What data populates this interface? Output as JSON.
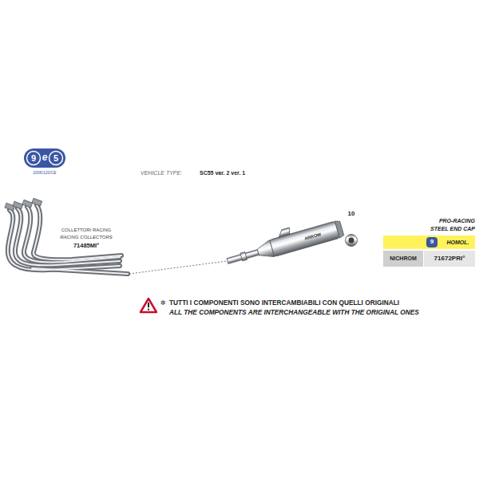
{
  "diagram": {
    "labels": [
      "9",
      "e",
      "5",
      "2006/120/CE",
      "VEHICLE TYPE:",
      "SC55 var. 2 ver. 1",
      "COLLETTORI RACING",
      "RACING COLLECTORS",
      "71485MI°",
      "ARROW",
      "10",
      "PRO-RACING",
      "STEEL END CAP",
      "9",
      "HOMOL.",
      "NICHROM",
      "71672PRI°",
      "✲",
      "TUTTI I COMPONENTI SONO INTERCAMBIABILI CON QUELLI ORIGINALI",
      "ALL THE COMPONENTS ARE INTERCHANGEABLE WITH THE ORIGINAL ONES"
    ]
  }
}
